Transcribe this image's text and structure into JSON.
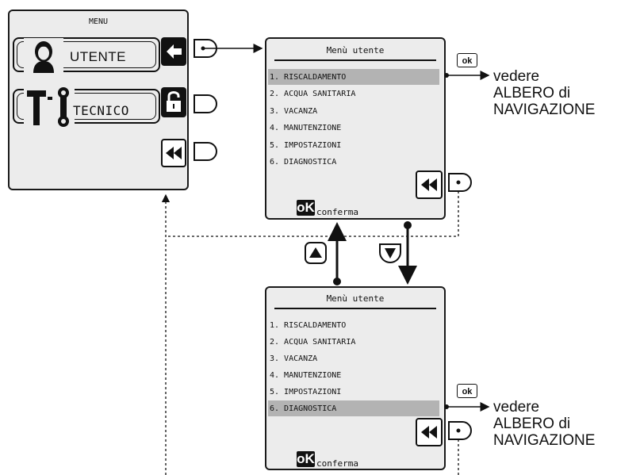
{
  "main_menu": {
    "title": "MENU",
    "items": [
      {
        "label": "UTENTE",
        "icon": "user-icon",
        "side_button_icon": "back-arrow-icon"
      },
      {
        "label": "TECNICO",
        "icon": "tools-icon",
        "side_button_icon": "padlock-icon"
      }
    ],
    "back_button_icon": "rewind-icon"
  },
  "user_menu_top": {
    "title": "Menù utente",
    "items": [
      "1. RISCALDAMENTO",
      "2. ACQUA SANITARIA",
      "3. VACANZA",
      "4. MANUTENZIONE",
      "5. IMPOSTAZIONI",
      "6. DIAGNOSTICA"
    ],
    "selected_index": 0,
    "ok_badge": "oK",
    "confirm_label": "conferma"
  },
  "user_menu_bottom": {
    "title": "Menù utente",
    "items": [
      "1. RISCALDAMENTO",
      "2. ACQUA SANITARIA",
      "3. VACANZA",
      "4. MANUTENZIONE",
      "5. IMPOSTAZIONI",
      "6. DIAGNOSTICA"
    ],
    "selected_index": 5,
    "ok_badge": "oK",
    "confirm_label": "conferma"
  },
  "notes": {
    "top": {
      "ok_button": "ok",
      "lines": [
        "vedere",
        "ALBERO di",
        "NAVIGAZIONE"
      ]
    },
    "bottom": {
      "ok_button": "ok",
      "lines": [
        "vedere",
        "ALBERO di",
        "NAVIGAZIONE"
      ]
    }
  },
  "nav_buttons": {
    "up": "up-triangle-icon",
    "down": "down-triangle-icon"
  },
  "colors": {
    "ink": "#111111",
    "screen_bg": "#ececec",
    "highlight": "#b3b3b3"
  }
}
